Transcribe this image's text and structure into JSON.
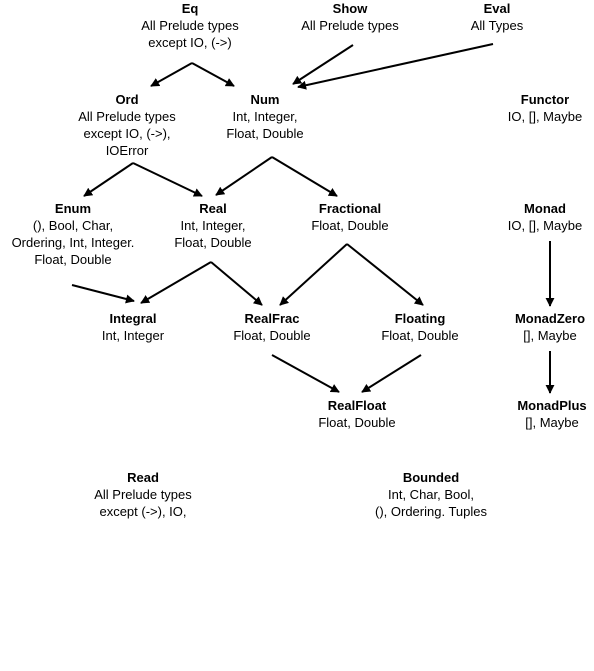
{
  "nodes": [
    {
      "id": "eq",
      "title": "Eq",
      "types": [
        "All Prelude types",
        "except IO, (->)"
      ]
    },
    {
      "id": "show",
      "title": "Show",
      "types": [
        "All Prelude types"
      ]
    },
    {
      "id": "eval",
      "title": "Eval",
      "types": [
        "All Types"
      ]
    },
    {
      "id": "ord",
      "title": "Ord",
      "types": [
        "All Prelude types",
        "except IO, (->),",
        "IOError"
      ]
    },
    {
      "id": "num",
      "title": "Num",
      "types": [
        "Int, Integer,",
        "Float, Double"
      ]
    },
    {
      "id": "functor",
      "title": "Functor",
      "types": [
        "IO, [], Maybe"
      ]
    },
    {
      "id": "enum",
      "title": "Enum",
      "types": [
        "(), Bool, Char,",
        "Ordering, Int, Integer.",
        "Float, Double"
      ]
    },
    {
      "id": "real",
      "title": "Real",
      "types": [
        "Int, Integer,",
        "Float, Double"
      ]
    },
    {
      "id": "fractional",
      "title": "Fractional",
      "types": [
        "Float, Double"
      ]
    },
    {
      "id": "monad",
      "title": "Monad",
      "types": [
        "IO, [], Maybe"
      ]
    },
    {
      "id": "integral",
      "title": "Integral",
      "types": [
        "Int, Integer"
      ]
    },
    {
      "id": "realfrac",
      "title": "RealFrac",
      "types": [
        "Float, Double"
      ]
    },
    {
      "id": "floating",
      "title": "Floating",
      "types": [
        "Float, Double"
      ]
    },
    {
      "id": "monadzero",
      "title": "MonadZero",
      "types": [
        "[], Maybe"
      ]
    },
    {
      "id": "realfloat",
      "title": "RealFloat",
      "types": [
        "Float, Double"
      ]
    },
    {
      "id": "monadplus",
      "title": "MonadPlus",
      "types": [
        "[], Maybe"
      ]
    },
    {
      "id": "read",
      "title": "Read",
      "types": [
        "All Prelude types",
        "except (->), IO,"
      ]
    },
    {
      "id": "bounded",
      "title": "Bounded",
      "types": [
        "Int, Char, Bool,",
        "(), Ordering. Tuples"
      ]
    }
  ],
  "edges": [
    {
      "from": "eq",
      "to": "ord"
    },
    {
      "from": "eq",
      "to": "num"
    },
    {
      "from": "show",
      "to": "num"
    },
    {
      "from": "eval",
      "to": "num"
    },
    {
      "from": "ord",
      "to": "enum"
    },
    {
      "from": "ord",
      "to": "real"
    },
    {
      "from": "num",
      "to": "real"
    },
    {
      "from": "num",
      "to": "fractional"
    },
    {
      "from": "enum",
      "to": "integral"
    },
    {
      "from": "real",
      "to": "integral"
    },
    {
      "from": "real",
      "to": "realfrac"
    },
    {
      "from": "fractional",
      "to": "realfrac"
    },
    {
      "from": "fractional",
      "to": "floating"
    },
    {
      "from": "realfrac",
      "to": "realfloat"
    },
    {
      "from": "floating",
      "to": "realfloat"
    },
    {
      "from": "monad",
      "to": "monadzero"
    },
    {
      "from": "monadzero",
      "to": "monadplus"
    }
  ]
}
